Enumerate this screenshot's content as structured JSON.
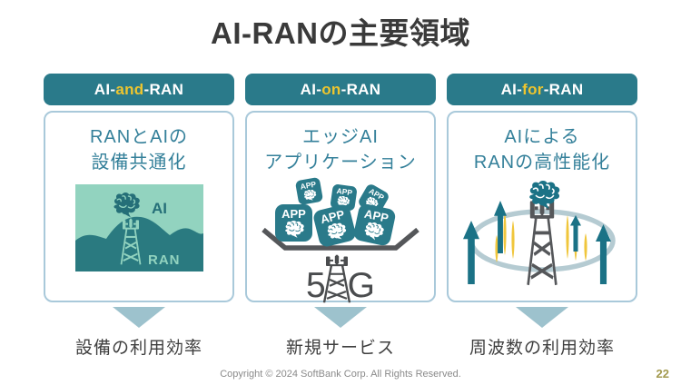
{
  "slide": {
    "title": "AI-RANの主要領域",
    "footer": "Copyright © 2024 SoftBank Corp. All Rights Reserved.",
    "page_number": "22"
  },
  "colors": {
    "teal": "#2a7a8a",
    "accent-yellow": "#eec52e",
    "card-border": "#a9c9da",
    "card-text": "#34809a",
    "mint": "#92d3bf",
    "dark-teal": "#2a7a80",
    "brain-teal": "#256f78",
    "arrow-teal": "#1b7286",
    "dark-gray": "#4a4c4e",
    "tray-gray": "#55575a",
    "down-arrow": "#9dc2cd",
    "label-gray": "#3f3f3f",
    "title-gray": "#3a3a3a",
    "footer-gray": "#8a8a8a",
    "page-gold": "#a39a4e",
    "ring": "#b5cbd2",
    "lens-yellow": "#f0c63c"
  },
  "columns": [
    {
      "header": {
        "pre": "AI-",
        "accent": "and",
        "post": "-RAN"
      },
      "body_lines": [
        "RANとAIの",
        "設備共通化"
      ],
      "illustration": {
        "ai_label": "AI",
        "ran_label": "RAN"
      },
      "outcome": "設備の利用効率"
    },
    {
      "header": {
        "pre": "AI-",
        "accent": "on",
        "post": "-RAN"
      },
      "body_lines": [
        "エッジAI",
        "アプリケーション"
      ],
      "illustration": {
        "app_label": "APP",
        "five": "5",
        "g": "G"
      },
      "outcome": "新規サービス"
    },
    {
      "header": {
        "pre": "AI-",
        "accent": "for",
        "post": "-RAN"
      },
      "body_lines": [
        "AIによる",
        "RANの高性能化"
      ],
      "outcome": "周波数の利用効率"
    }
  ]
}
